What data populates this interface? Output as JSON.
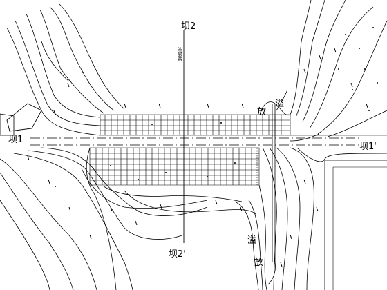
{
  "labels": {
    "dam2_top": "坝2",
    "dam2_bottom": "坝2'",
    "dam1_left": "坝1",
    "dam1_right": "坝1'",
    "spill_top": "溢",
    "release_top": "放",
    "spill_bottom": "溢",
    "release_bottom": "放",
    "axis_note": "坝轴线"
  }
}
